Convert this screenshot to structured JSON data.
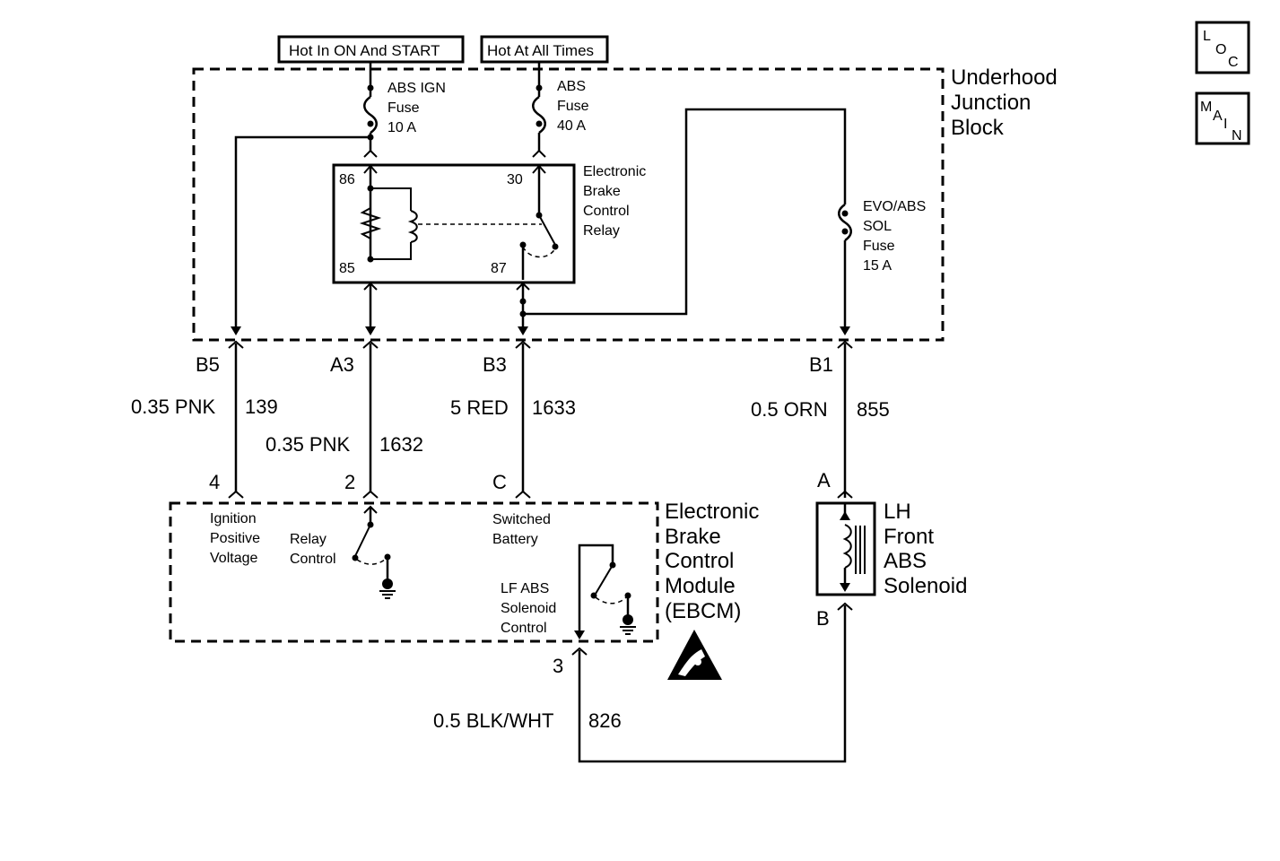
{
  "power_labels": {
    "hot_in_on_start": "Hot In ON And START",
    "hot_at_all_times": "Hot At All Times"
  },
  "nav": {
    "loc": [
      "L",
      "O",
      "C"
    ],
    "main": [
      "M",
      "A",
      "I",
      "N"
    ]
  },
  "junction_block": {
    "title": [
      "Underhood",
      "Junction",
      "Block"
    ],
    "abs_ign_fuse": [
      "ABS IGN",
      "Fuse",
      "10 A"
    ],
    "abs_fuse": [
      "ABS",
      "Fuse",
      "40 A"
    ],
    "evo_fuse": [
      "EVO/ABS",
      "SOL",
      "Fuse",
      "15 A"
    ],
    "relay": {
      "title": [
        "Electronic",
        "Brake",
        "Control",
        "Relay"
      ],
      "pin86": "86",
      "pin85": "85",
      "pin30": "30",
      "pin87": "87"
    }
  },
  "connectors": {
    "b5": "B5",
    "a3": "A3",
    "b3": "B3",
    "b1": "B1",
    "pin4": "4",
    "pin2": "2",
    "pinc": "C",
    "pina": "A",
    "pinb": "B",
    "pin3": "3"
  },
  "wires": {
    "w139": {
      "gauge": "0.35 PNK",
      "circuit": "139"
    },
    "w1632": {
      "gauge": "0.35 PNK",
      "circuit": "1632"
    },
    "w1633": {
      "gauge": "5 RED",
      "circuit": "1633"
    },
    "w855": {
      "gauge": "0.5 ORN",
      "circuit": "855"
    },
    "w826": {
      "gauge": "0.5 BLK/WHT",
      "circuit": "826"
    }
  },
  "ebcm": {
    "title": [
      "Electronic",
      "Brake",
      "Control",
      "Module",
      "(EBCM)"
    ],
    "ignition": [
      "Ignition",
      "Positive",
      "Voltage"
    ],
    "relay_control": [
      "Relay",
      "Control"
    ],
    "switched_battery": [
      "Switched",
      "Battery"
    ],
    "lf_solenoid": [
      "LF ABS",
      "Solenoid",
      "Control"
    ]
  },
  "solenoid": {
    "title": [
      "LH",
      "Front",
      "ABS",
      "Solenoid"
    ]
  }
}
